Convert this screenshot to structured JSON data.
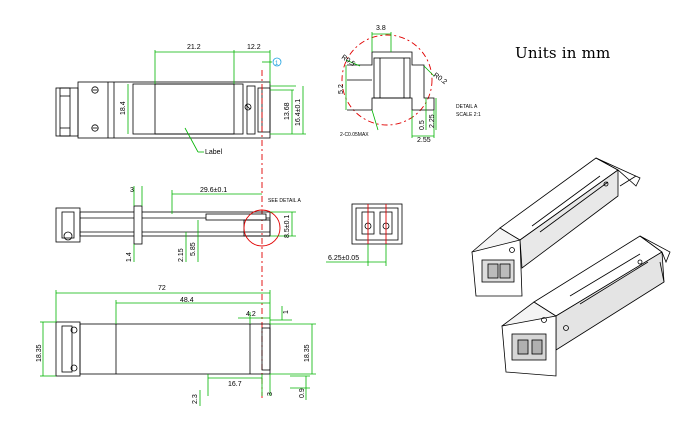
{
  "units_label": "Units in mm",
  "colors": {
    "dimension": "#00b400",
    "outline": "#000000",
    "reference": "#e00000"
  },
  "top_view": {
    "dims": {
      "d_21_2": "21.2",
      "d_12_2": "12.2",
      "d_18_4": "18.4",
      "d_13_68": "13.68",
      "d_16_4": "16.4±0.1"
    },
    "label_text": "Label",
    "marker": "1"
  },
  "detail": {
    "dims": {
      "d_3_8": "3.8",
      "d_r0_5": "R0.5",
      "d_r0_2": "R0.2",
      "d_5_2": "5.2",
      "d_0_5": "0.5",
      "d_2_25": "2.25",
      "d_2_55": "2.55"
    },
    "chamfer_note": "2-C0.05MAX",
    "title": "DETAIL  A",
    "scale": "SCALE  2:1"
  },
  "side_view": {
    "dims": {
      "d_3": "3",
      "d_29_6": "29.6±0.1",
      "d_1_4": "1.4",
      "d_2_15": "2.15",
      "d_5_85": "5.85",
      "d_8_5": "8.5±0.1"
    },
    "see_detail": "SEE DETAIL  A"
  },
  "front_view": {
    "dims": {
      "d_6_25": "6.25±0.05"
    }
  },
  "bottom_view": {
    "dims": {
      "d_72": "72",
      "d_48_4": "48.4",
      "d_4_2": "4.2",
      "d_1": "1",
      "d_18_35_left": "18.35",
      "d_18_35_right": "18.35",
      "d_16_7": "16.7",
      "d_2_3": "2.3",
      "d_3": "3",
      "d_0_9": "0.9"
    }
  }
}
